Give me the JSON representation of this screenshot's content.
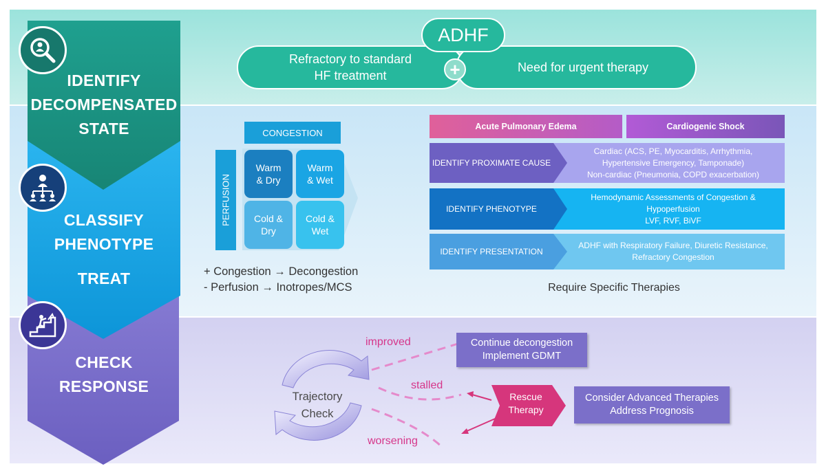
{
  "steps": {
    "identify": "IDENTIFY\nDECOMPENSATED\nSTATE",
    "classify": "CLASSIFY\nPHENOTYPE",
    "treat": "TREAT",
    "check": "CHECK\nRESPONSE"
  },
  "adhf": {
    "title": "ADHF",
    "left": "Refractory to standard\nHF treatment",
    "right": "Need for urgent therapy",
    "plus": "+"
  },
  "matrix": {
    "congestion": "CONGESTION",
    "perfusion": "PERFUSION",
    "warm_dry": "Warm\n& Dry",
    "warm_wet": "Warm\n& Wet",
    "cold_dry": "Cold  &\nDry",
    "cold_wet": "Cold  &\nWet",
    "rule1": "+ Congestion → Decongestion",
    "rule2": "- Perfusion → Inotropes/MCS"
  },
  "presentations": {
    "ape": "Acute Pulmonary Edema",
    "cs": "Cardiogenic Shock",
    "rows": [
      {
        "label": "IDENTIFY PROXIMATE CAUSE",
        "text": "Cardiac (ACS, PE, Myocarditis, Arrhythmia,\nHypertensive Emergency, Tamponade)\nNon-cardiac (Pneumonia, COPD exacerbation)"
      },
      {
        "label": "IDENTIFY PHENOTYPE",
        "text": "Hemodynamic Assessments of Congestion &\nHypoperfusion\nLVF, RVF, BiVF"
      },
      {
        "label": "IDENTIFY PRESENTATION",
        "text": "ADHF with Respiratory Failure, Diuretic Resistance,\nRefractory Congestion"
      }
    ],
    "footer": "Require Specific Therapies"
  },
  "response": {
    "trajectory": "Trajectory\nCheck",
    "improved": "improved",
    "stalled": "stalled",
    "worsening": "worsening",
    "continue": "Continue decongestion\nImplement GDMT",
    "rescue": "Rescue\nTherapy",
    "advanced": "Consider Advanced Therapies\nAddress Prognosis"
  },
  "icons": [
    "search-person-icon",
    "hierarchy-icon",
    "stairs-climb-icon"
  ],
  "colors": {
    "identify": "#1f9d8b",
    "classify": "#1aa6e4",
    "check": "#7a6ccc",
    "adhf": "#25b99e",
    "magenta": "#d6368a"
  }
}
